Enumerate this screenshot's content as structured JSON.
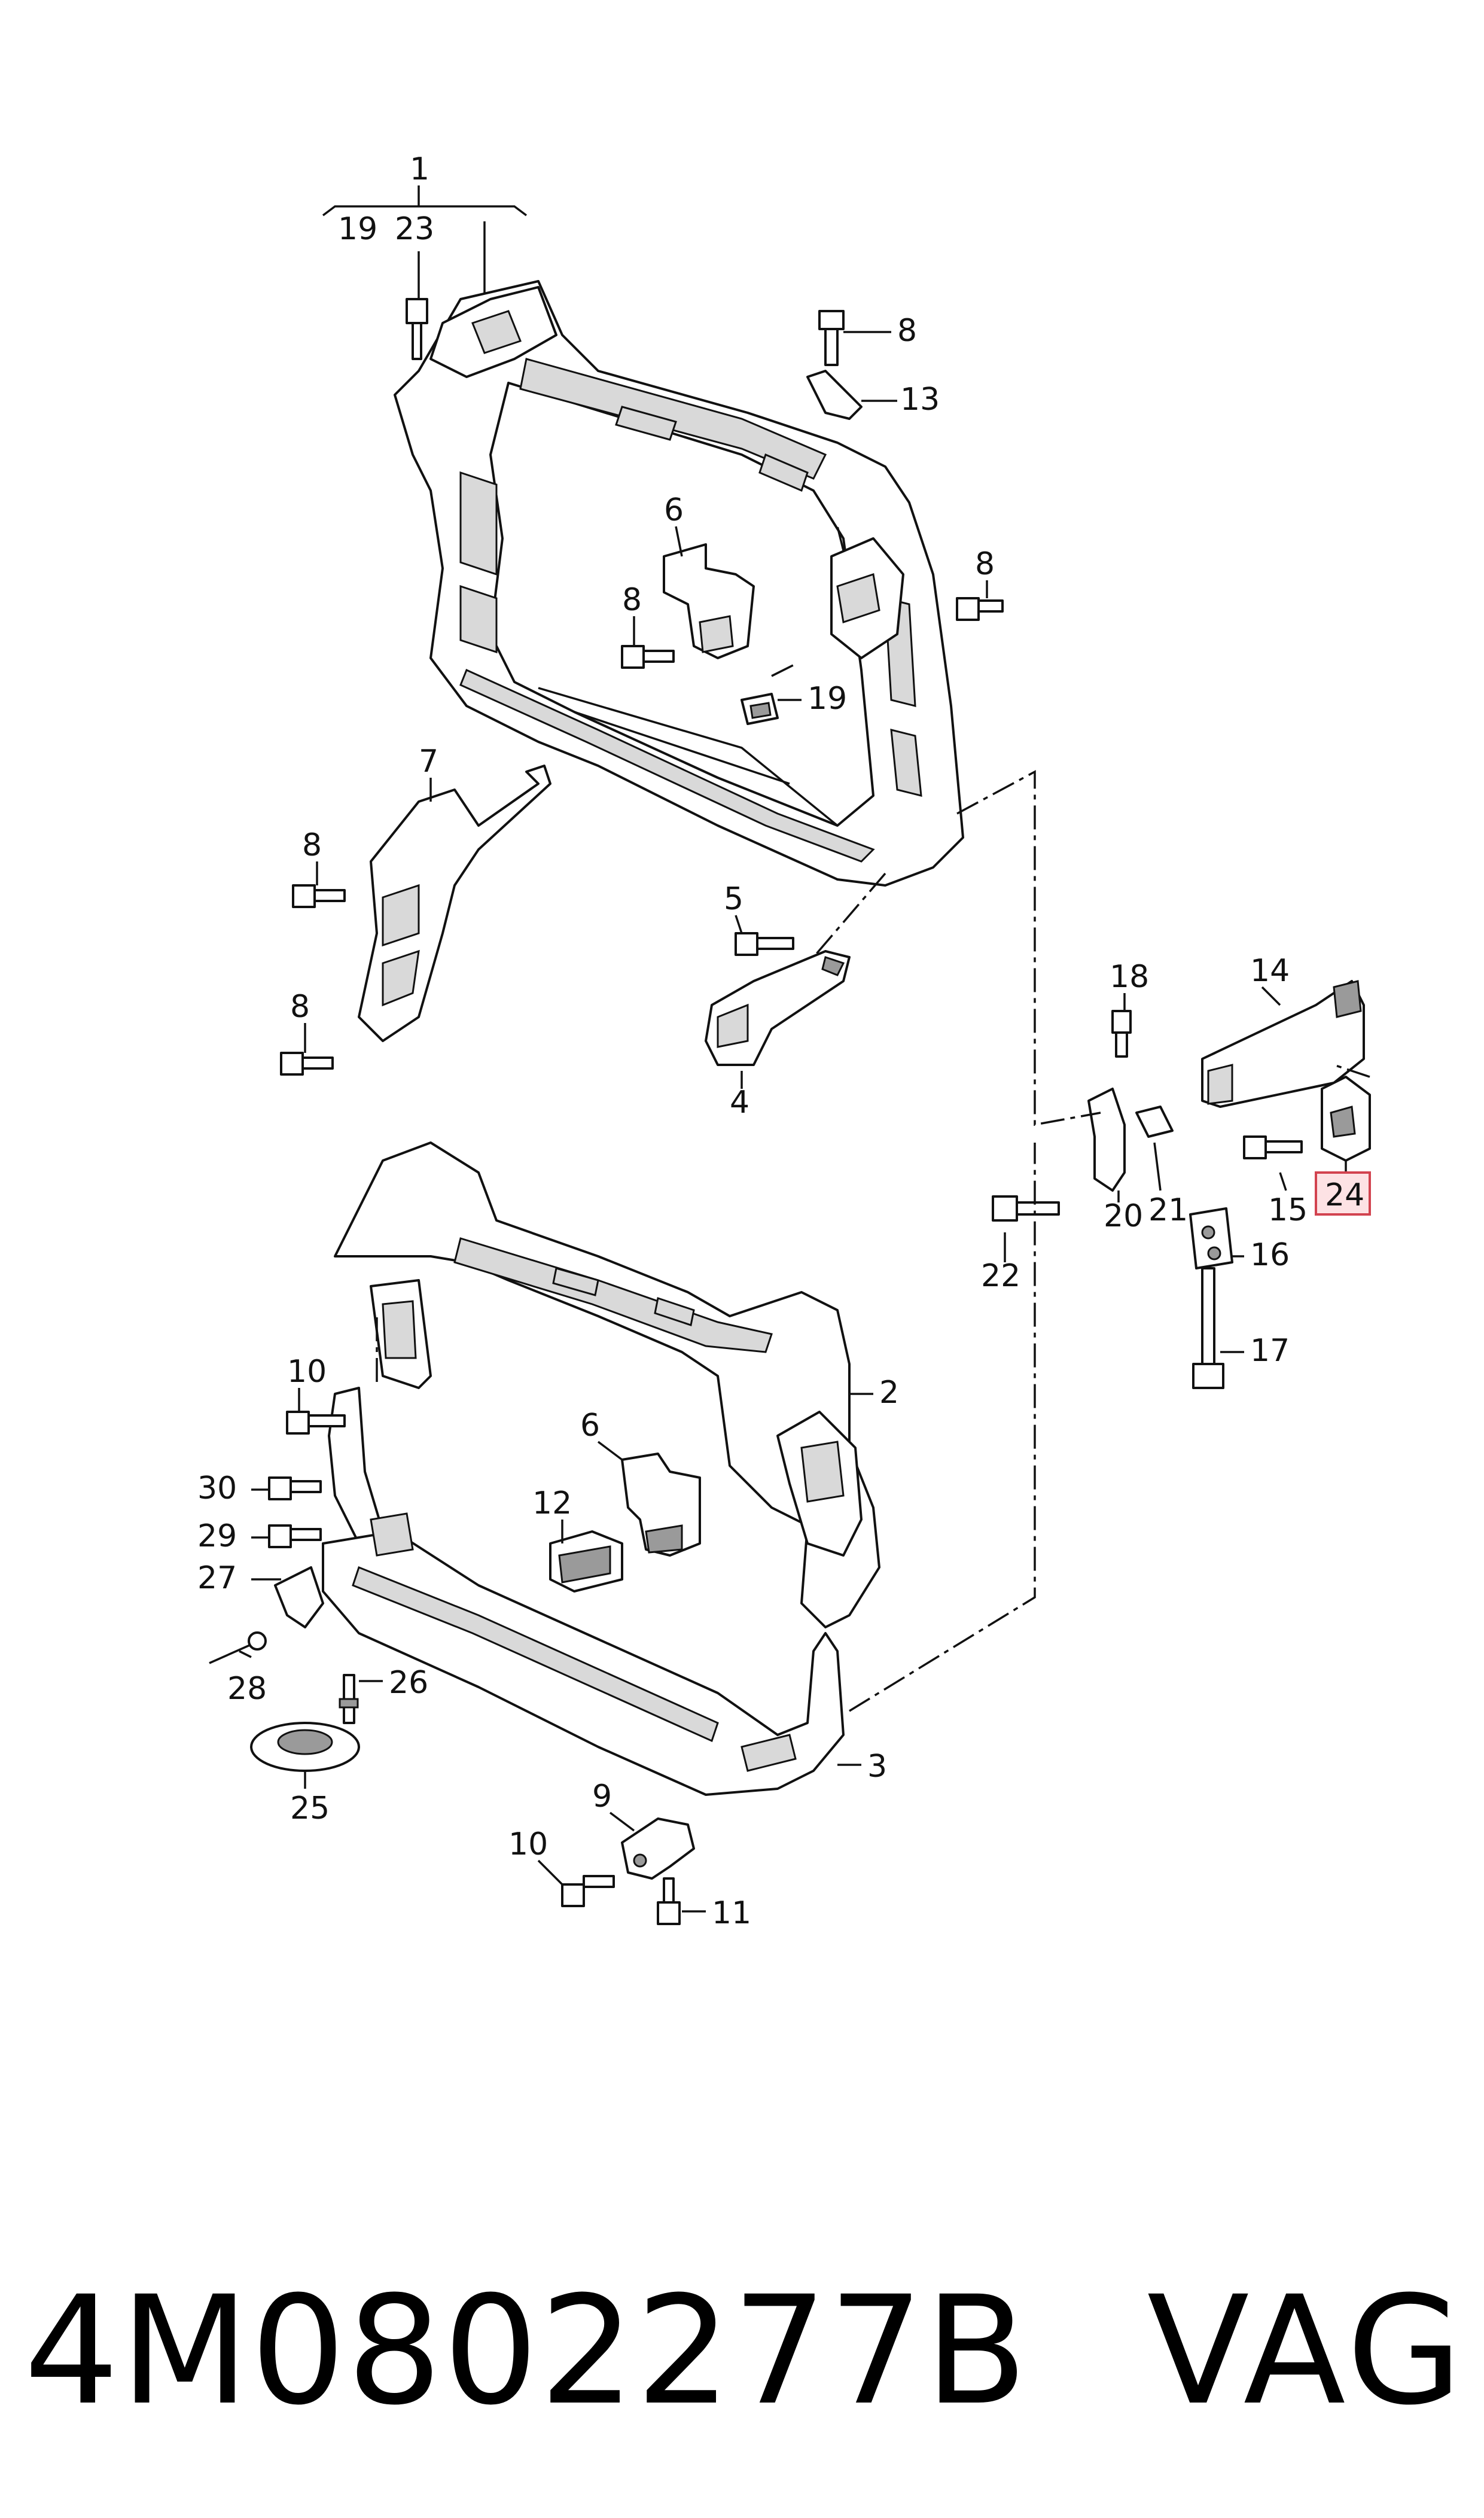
{
  "callouts": {
    "c1": "1",
    "c19a": "19",
    "c23": "23",
    "c8a": "8",
    "c13": "13",
    "c6a": "6",
    "c8b": "8",
    "c8c": "8",
    "c19b": "19",
    "c7": "7",
    "c8d": "8",
    "c8e": "8",
    "c5": "5",
    "c4": "4",
    "c18": "18",
    "c14": "14",
    "c20": "20",
    "c21": "21",
    "c15": "15",
    "c24": "24",
    "c22": "22",
    "c16": "16",
    "c17": "17",
    "c2": "2",
    "c10a": "10",
    "c6b": "6",
    "c12": "12",
    "c30": "30",
    "c29": "29",
    "c27": "27",
    "c28": "28",
    "c26": "26",
    "c25": "25",
    "c3": "3",
    "c9": "9",
    "c10b": "10",
    "c11": "11"
  },
  "highlighted_callout": "24",
  "colors": {
    "highlight_fill": "#fde2e4",
    "highlight_border": "#d2434f"
  },
  "footer": {
    "part_number": "4M0802277B",
    "brand": "VAG"
  }
}
